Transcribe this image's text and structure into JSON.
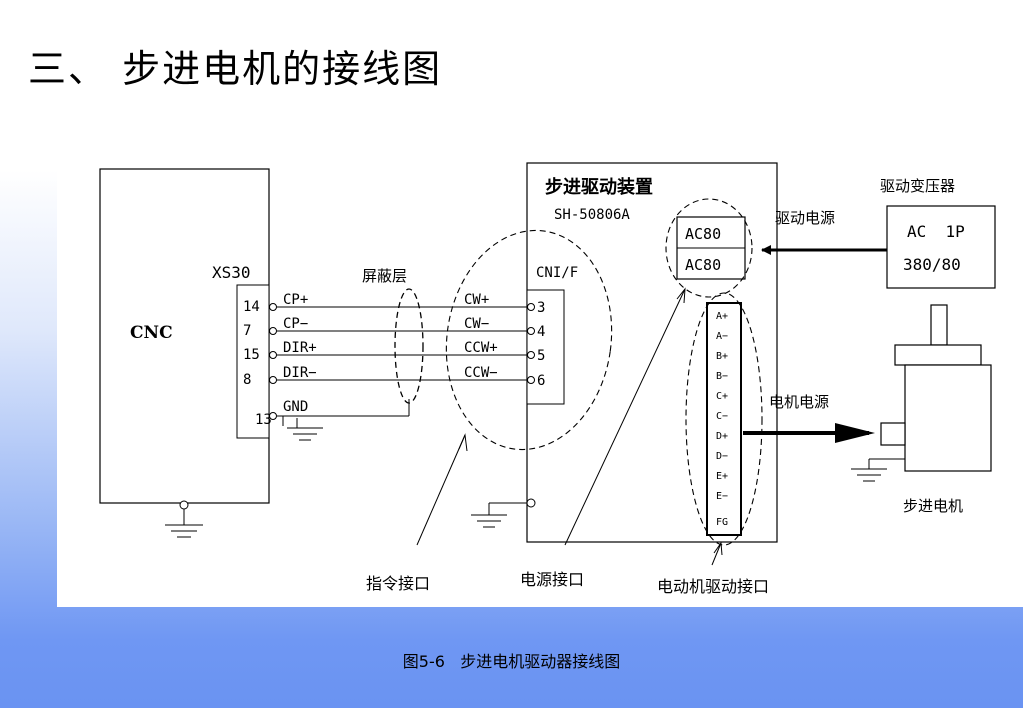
{
  "title": "三、 步进电机的接线图",
  "caption": "图5-6   步进电机驱动器接线图",
  "diagram": {
    "cnc_label": "CNC",
    "xs30_label": "XS30",
    "cnc_pins": [
      "14",
      "7",
      "15",
      "8",
      "13"
    ],
    "cnc_signals": [
      "CP+",
      "CP−",
      "DIR+",
      "DIR−",
      "GND"
    ],
    "shield_label": "屏蔽层",
    "cnif_label": "CNI/F",
    "drive_signals": [
      "CW+",
      "CW−",
      "CCW+",
      "CCW−"
    ],
    "drive_pins": [
      "3",
      "4",
      "5",
      "6"
    ],
    "drive_title": "步进驱动装置",
    "drive_model": "SH-50806A",
    "ac_terminals": [
      "AC80",
      "AC80"
    ],
    "drive_power_label": "驱动电源",
    "transformer_title": "驱动变压器",
    "transformer_line1": "AC  1P",
    "transformer_line2": "380/80",
    "motor_terminals": [
      "A+",
      "A−",
      "B+",
      "B−",
      "C+",
      "C−",
      "D+",
      "D−",
      "E+",
      "E−",
      "FG"
    ],
    "motor_power_label": "电机电源",
    "motor_label": "步进电机",
    "command_interface_label": "指令接口",
    "power_interface_label": "电源接口",
    "motor_drive_interface_label": "电动机驱动接口"
  }
}
